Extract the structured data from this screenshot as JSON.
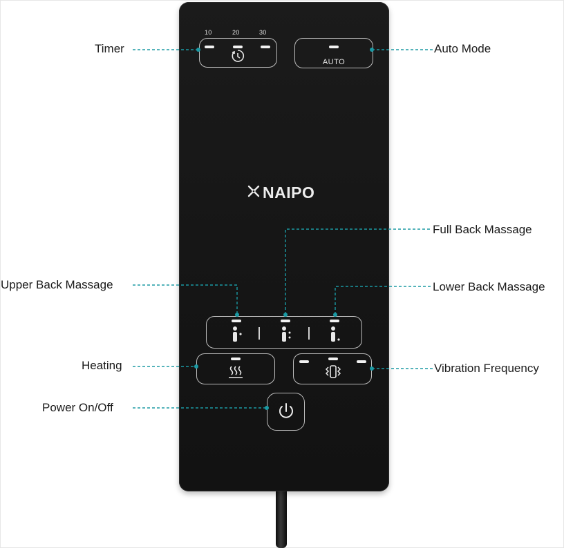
{
  "labels": {
    "timer": "Timer",
    "auto_mode": "Auto Mode",
    "full_back": "Full Back Massage",
    "upper_back": "Upper Back Massage",
    "lower_back": "Lower Back Massage",
    "heating": "Heating",
    "vibration": "Vibration Frequency",
    "power": "Power On/Off"
  },
  "remote": {
    "brand": "NAIPO",
    "timer_ticks": [
      "10",
      "20",
      "30"
    ],
    "auto_label": "AUTO"
  },
  "icons": {
    "timer": "timer-icon",
    "heating": "heat-waves-icon",
    "vibration": "vibration-icon",
    "power": "power-icon",
    "massage": "massage-roller-icon"
  },
  "colors": {
    "leader_line": "#1b9aa4",
    "remote_body": "#161616",
    "button_outline": "#bdbdbd"
  }
}
